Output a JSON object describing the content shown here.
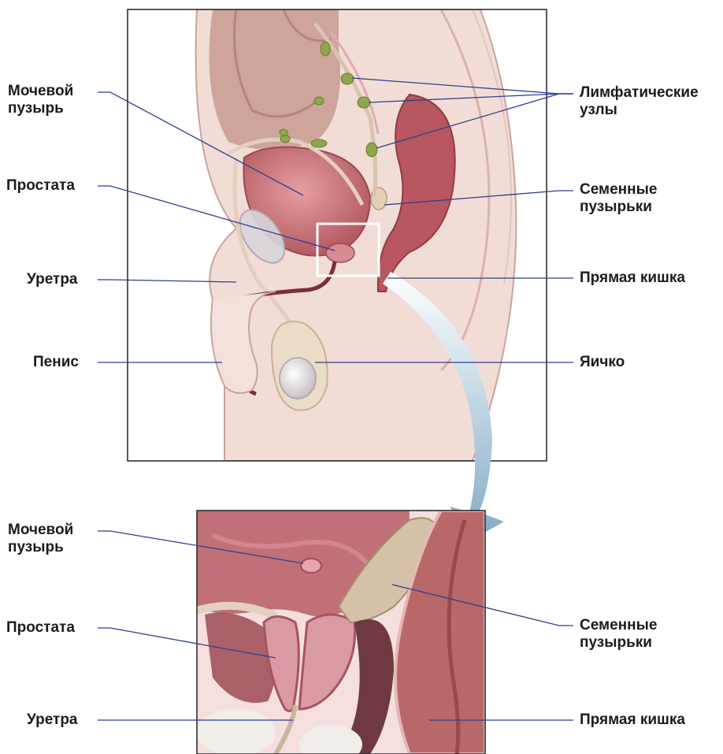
{
  "top_panel": {
    "left_labels": {
      "bladder": [
        "Мочевой",
        "пузырь"
      ],
      "prostate": "Простата",
      "urethra": "Уретра",
      "penis": "Пенис"
    },
    "right_labels": {
      "lymph_nodes": [
        "Лимфатические",
        "узлы"
      ],
      "seminal_vesicles": [
        "Семенные",
        "пузырьки"
      ],
      "rectum": "Прямая кишка",
      "testis": "Яичко"
    }
  },
  "bottom_panel": {
    "left_labels": {
      "bladder": [
        "Мочевой",
        "пузырь"
      ],
      "prostate": "Простата",
      "urethra": "Уретра"
    },
    "right_labels": {
      "seminal_vesicles": [
        "Семенные",
        "пузырьки"
      ],
      "rectum": "Прямая кишка"
    }
  },
  "colors": {
    "leader_line": "#2e3f8f",
    "frame": "#222222",
    "skin": "#f0d9d3",
    "organ": "#b9616a",
    "lymph": "#8aa04a",
    "arrow": "#8ab1c9"
  }
}
